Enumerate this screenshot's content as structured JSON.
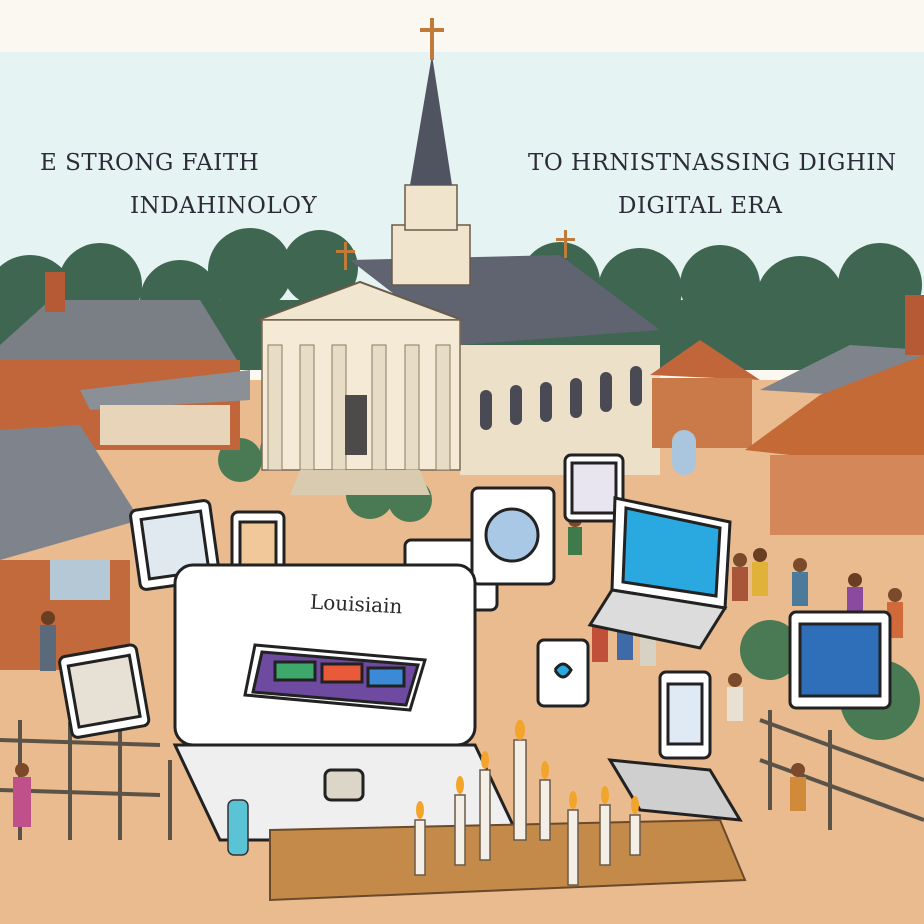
{
  "captions": {
    "left_line_1": "E STRONG  FAITH",
    "left_line_2": "INDAHINOLOY",
    "right_line_1": "TO HRNISTNASSING DIGHIN",
    "right_line_2": "DIGITAL ERA"
  },
  "sign_text": "Louisiain",
  "colors": {
    "sky": "#e6f3f3",
    "ground": "#e8b98c",
    "church_wall": "#f4ead6",
    "church_roof": "#6b6f7a",
    "brick": "#c0663a",
    "trees": "#3f6650",
    "screen_blue": "#2aa8e0",
    "candle_flame": "#f2a52a"
  }
}
